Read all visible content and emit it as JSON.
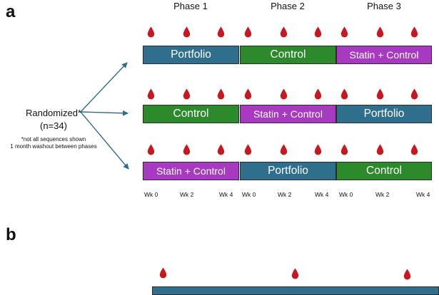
{
  "panels": {
    "a": "a",
    "b": "b"
  },
  "phases": [
    "Phase 1",
    "Phase 2",
    "Phase 3"
  ],
  "randomized": {
    "title": "Randomized*",
    "n": "(n=34)",
    "note_line1": "*not all sequences shown",
    "note_line2": "1 month washout between phases"
  },
  "sequences": [
    [
      "Portfolio",
      "Control",
      "Statin + Control"
    ],
    [
      "Control",
      "Statin + Control",
      "Portfolio"
    ],
    [
      "Statin + Control",
      "Portfolio",
      "Control"
    ]
  ],
  "week_labels": [
    "Wk 0",
    "Wk 2",
    "Wk 4",
    "Wk 0",
    "Wk 2",
    "Wk 4",
    "Wk 0",
    "Wk 2",
    "Wk 4"
  ],
  "colors": {
    "Portfolio": "#2f6e8d",
    "Control": "#2c8a2c",
    "Statin + Control": "#a83ac2",
    "blood_drop": "#c8171e",
    "arrow": "#2f6e8d"
  },
  "icons": {
    "sample": "blood-drop-icon"
  }
}
